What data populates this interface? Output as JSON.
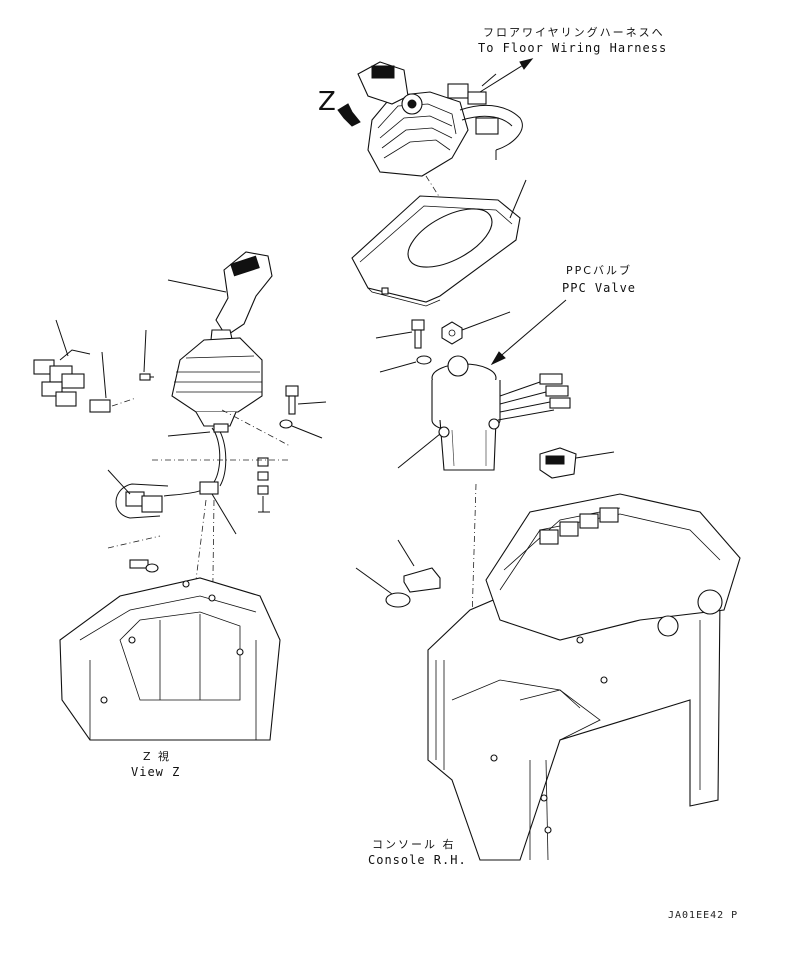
{
  "labels": {
    "floor_harness_jp": "フロアワイヤリングハーネスへ",
    "floor_harness_en": "To Floor Wiring Harness",
    "view_marker": "Z",
    "ppc_valve_jp": "PPCバルブ",
    "ppc_valve_en": "PPC Valve",
    "view_z_jp": "Z 視",
    "view_z_en": "View Z",
    "console_jp": "コンソール 右",
    "console_en": "Console R.H.",
    "drawing_code": "JA01EE42 P"
  },
  "colors": {
    "line": "#111111",
    "background": "#ffffff"
  }
}
